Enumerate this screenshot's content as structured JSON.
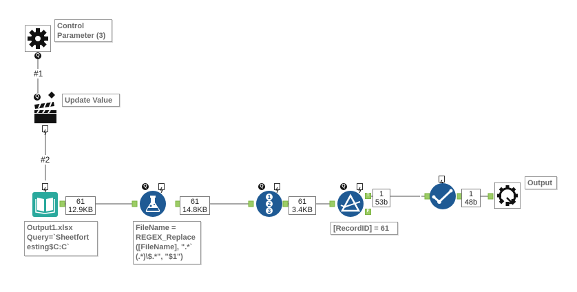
{
  "tools": {
    "control_parameter": {
      "label": "Control\nParameter (3)"
    },
    "update_value": {
      "label": "Update Value"
    },
    "input": {
      "annotation": "Output1.xlsx\nQuery=`Sheetfort\nesting$C:C`"
    },
    "formula": {
      "annotation": "FileName =\nREGEX_Replace\n([FileName], \".*`\n(.*)\\$.*\", \"$1\")"
    },
    "record_id": {},
    "filter": {
      "annotation": "[RecordID] = 61",
      "true_anchor": "T",
      "false_anchor": "F"
    },
    "select": {},
    "output": {
      "label": "Output"
    }
  },
  "connections": {
    "c1": {
      "label": "#1"
    },
    "c2": {
      "label": "#2"
    }
  },
  "record_counts": [
    {
      "count": "61",
      "size": "12.9KB"
    },
    {
      "count": "61",
      "size": "14.8KB"
    },
    {
      "count": "61",
      "size": "3.4KB"
    },
    {
      "count": "1",
      "size": "53b"
    },
    {
      "count": "1",
      "size": "48b"
    }
  ],
  "badges": {
    "question": "Q"
  },
  "colors": {
    "tool_blue": "#1f5a94",
    "input_teal": "#2aa99d",
    "anchor_green": "#9ccc65",
    "connector": "#808080"
  },
  "icons": {
    "control_parameter": "gear-icon",
    "update_value": "clapperboard-icon",
    "input": "book-icon",
    "formula": "flask-icon",
    "record_id": "numbered-list-icon",
    "filter": "triangle-filter-icon",
    "select": "checkmark-path-icon",
    "output": "gear-arrow-icon"
  }
}
